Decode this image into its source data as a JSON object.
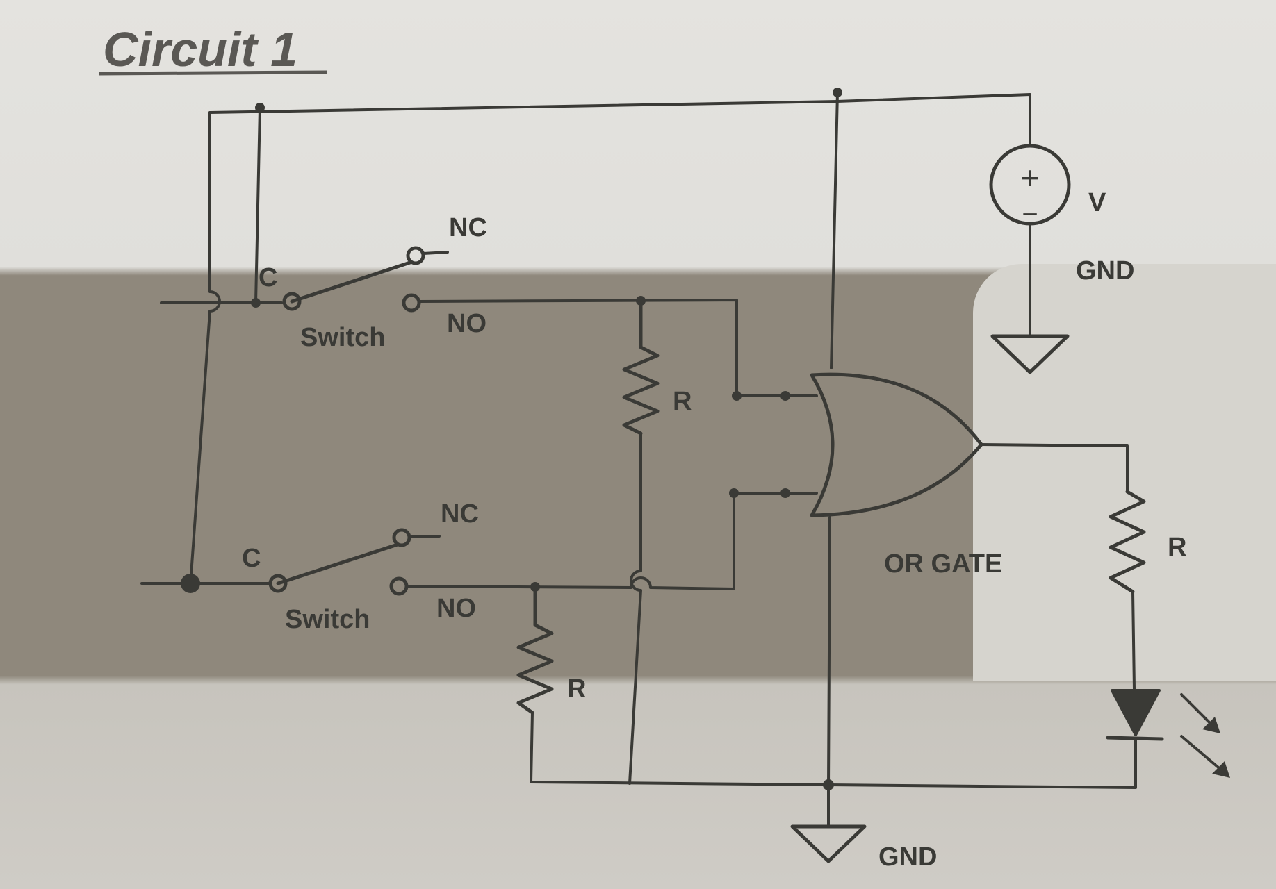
{
  "title": "Circuit 1",
  "labels": {
    "switch_top_nc": "NC",
    "switch_top_no": "NO",
    "switch_top_c": "C",
    "switch_top_name": "Switch",
    "switch_bottom_nc": "NC",
    "switch_bottom_no": "NO",
    "switch_bottom_c": "C",
    "switch_bottom_name": "Switch",
    "resistor_top": "R",
    "resistor_bottom": "R",
    "resistor_output": "R",
    "or_gate": "OR GATE",
    "source_plus": "+",
    "source_minus": "−",
    "source_v": "V",
    "source_gnd": "GND",
    "main_gnd": "GND"
  }
}
